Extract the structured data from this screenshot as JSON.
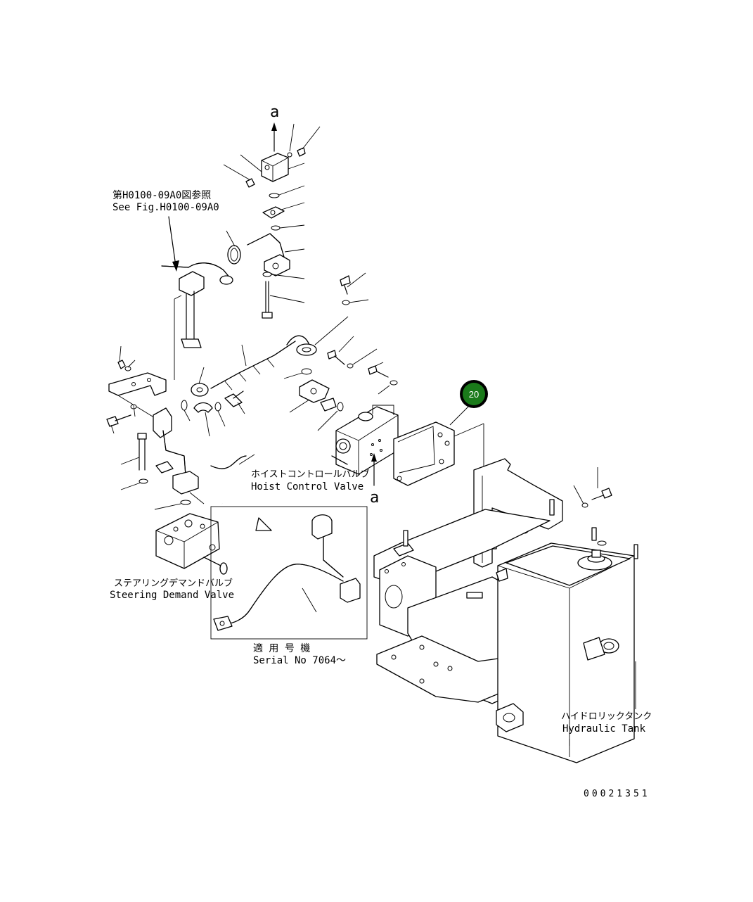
{
  "labels": {
    "ref_fig_jp": "第H0100-09A0図参照",
    "ref_fig_en": "See Fig.H0100-09A0",
    "hoist_valve_jp": "ホイストコントロールバルブ",
    "hoist_valve_en": "Hoist Control Valve",
    "steering_valve_jp": "ステアリングデマンドバルブ",
    "steering_valve_en": "Steering Demand Valve",
    "serial_jp": "適 用 号 機",
    "serial_en": "Serial No 7064～",
    "tank_jp": "ハイドロリックタンク",
    "tank_en": "Hydraulic Tank",
    "arrow_a_top": "a",
    "arrow_a_bottom": "a",
    "drawing_number": "00021351"
  },
  "callout": {
    "number": "20",
    "color": "#1a7a1a",
    "ring_color": "#000000"
  }
}
